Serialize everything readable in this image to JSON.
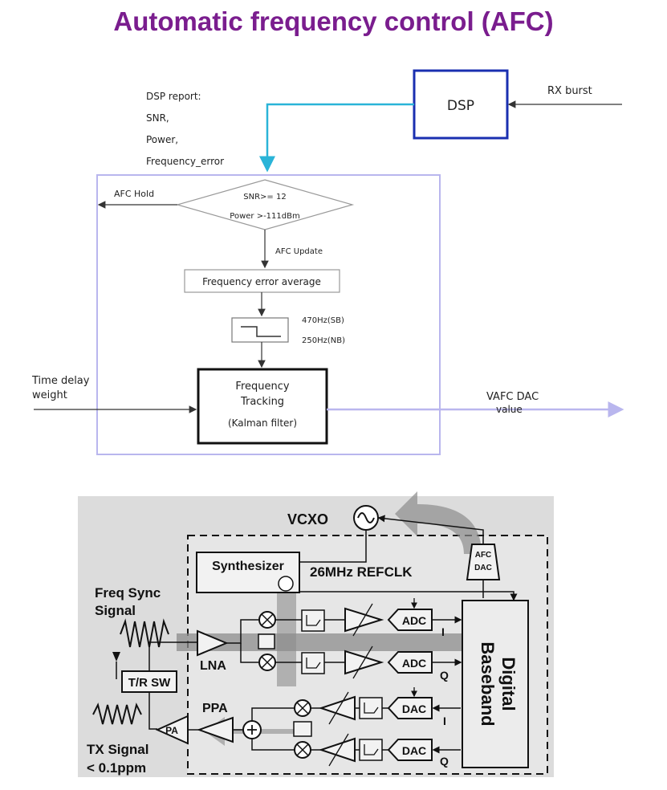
{
  "title": "Automatic frequency control (AFC)",
  "afc_flow": {
    "dsp": "DSP",
    "rx_burst": "RX burst",
    "dsp_report": [
      "DSP report:",
      "SNR,",
      "Power,",
      "Frequency_error"
    ],
    "afc_hold": "AFC Hold",
    "condition_1": "SNR>= 12",
    "condition_2": "Power >-111dBm",
    "afc_update": "AFC Update",
    "freq_error_average": "Frequency error average",
    "filter_sb": "470Hz(SB)",
    "filter_nb": "250Hz(NB)",
    "time_delay_weight": [
      "Time delay",
      "weight"
    ],
    "tracking": [
      "Frequency",
      "Tracking",
      "(Kalman filter)"
    ],
    "vafc_output": [
      "VAFC DAC",
      "value"
    ]
  },
  "transceiver": {
    "vcxo": "VCXO",
    "synthesizer": "Synthesizer",
    "refclk": "26MHz REFCLK",
    "freq_sync": [
      "Freq Sync",
      "Signal"
    ],
    "tr_switch": "T/R SW",
    "lna": "LNA",
    "ppa": "PPA",
    "pa": "PA",
    "adc": "ADC",
    "dac": "DAC",
    "afc_dac": [
      "AFC",
      "DAC"
    ],
    "digital_baseband": [
      "Digital",
      "Baseband"
    ],
    "i_label": "I",
    "q_label": "Q",
    "tx_signal": [
      "TX Signal",
      "< 0.1ppm"
    ]
  },
  "colors": {
    "title": "#7a1d8e",
    "dsp_box": "#1a2fb0",
    "dsp_link": "#2ab4d8",
    "flow_frame": "#b9b6ee",
    "shaded_background": "#dcdcdc",
    "signal_arrow": "#8c8c8c"
  }
}
